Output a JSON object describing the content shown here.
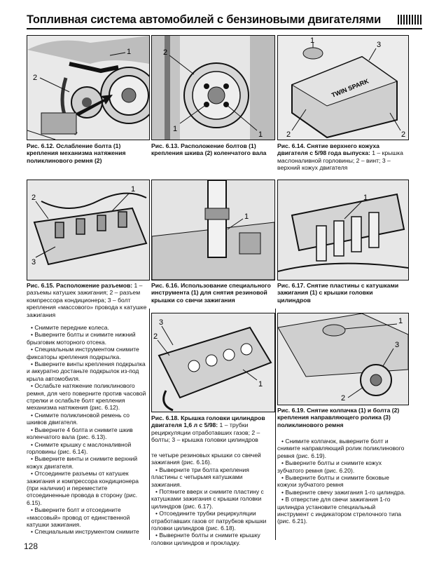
{
  "header": {
    "title": "Топливная система автомобилей с бензиновыми двигателями"
  },
  "figures": [
    {
      "lead": "Рис. 6.12.",
      "bold": " Ослабление болта (1) крепления механизма натяжения поликлинового ремня (2)",
      "rest": "",
      "callouts": [
        "1",
        "2"
      ]
    },
    {
      "lead": "Рис. 6.13.",
      "bold": " Расположение болтов (1) крепления шкива (2) коленчатого вала",
      "rest": "",
      "callouts": [
        "2",
        "1",
        "1"
      ]
    },
    {
      "lead": "Рис. 6.14.",
      "bold": " Снятие верхнего кожуха двигателя с 5/98 года выпуска:",
      "rest": " 1 – крышка маслоналивной горловины; 2 – винт; 3 – верхний кожух двигателя",
      "callouts": [
        "1",
        "3",
        "2",
        "2"
      ]
    },
    {
      "lead": "Рис. 6.15.",
      "bold": " Расположение разъемов:",
      "rest": " 1 – разъемы катушек зажигания; 2 – разъем компрессора кондиционера; 3 – болт крепления «массового» провода к катушке зажигания",
      "callouts": [
        "1",
        "2",
        "3"
      ]
    },
    {
      "lead": "Рис. 6.16.",
      "bold": " Использование специального инструмента (1) для снятия резиновой крышки со свечи зажигания",
      "rest": "",
      "callouts": [
        "1"
      ]
    },
    {
      "lead": "Рис. 6.17.",
      "bold": " Снятие пластины с катушками зажигания (1) с крышки головки цилиндров",
      "rest": "",
      "callouts": [
        "1"
      ]
    },
    {
      "lead": "Рис. 6.18.",
      "bold": " Крышка головки цилиндров двигателя 1,6 л с 5/98:",
      "rest": " 1 – трубки рециркуляции отработавших газов; 2 – болты; 3 – крышка головки цилиндров",
      "callouts": [
        "3",
        "2",
        "1"
      ]
    },
    {
      "lead": "Рис. 6.19.",
      "bold": " Снятие колпачка (1) и болта (2) крепления направляющего ролика (3) поликлинового ремня",
      "rest": "",
      "callouts": [
        "1",
        "2",
        "3"
      ]
    }
  ],
  "col1": [
    "• Снимите передние колеса.",
    "• Выверните болты и снимите нижний брызговик моторного отсека.",
    "• Специальным инструментом снимите фиксаторы крепления подкрылка.",
    "• Выверните винты крепления подкрылка и аккуратно достаньте подкрылок из-под крыла автомобиля.",
    "• Ослабьте натяжение поликлинового ремня, для чего поверните против часовой стрелки и ослабьте болт крепления механизма натяжения (рис. 6.12).",
    "• Снимите поликлиновой ремень со шкивов двигателя.",
    "• Выверните 4 болта и снимите шкив коленчатого вала (рис. 6.13).",
    "• Снимите крышку с маслоналивной горловины (рис. 6.14).",
    "• Выверните винты и снимите верхний кожух двигателя.",
    "• Отсоедините разъемы от катушек зажигания и компрессора кондиционера (при наличии) и переместите отсоединенные провода в сторону (рис. 6.15).",
    "• Выверните болт и отсоедините «массовый» провод от единственной катушки зажигания.",
    "• Специальным инструментом снимите"
  ],
  "col2": [
    "те четыре резиновых крышки со свечей зажигания (рис. 6.16).",
    "• Выверните три болта крепления пластины с четырьмя катушками зажигания.",
    "• Потяните вверх и снимите пластину с катушками зажигания с крышки головки цилиндров (рис. 6.17).",
    "• Отсоедините трубки рециркуляции отработавших газов от патрубков крышки головки цилиндров (рис. 6.18).",
    "• Выверните болты и снимите крышку головки цилиндров и прокладку."
  ],
  "col3": [
    "• Снимите колпачок, выверните болт и снимите направляющий ролик поликлинового ремня (рис. 6.19).",
    "• Выверните болты и снимите кожух зубчатого ремня (рис. 6.20).",
    "• Выверните болты и снимите боковые кожухи зубчатого ремня",
    "• Выверните свечу зажигания 1-го цилиндра.",
    "• В отверстие для свечи зажигания 1-го цилиндра установите специальный инструмент с индикатором стрелочного типа (рис. 6.21)."
  ],
  "page_number": "128",
  "cover_lettering": "TWIN SPARK"
}
